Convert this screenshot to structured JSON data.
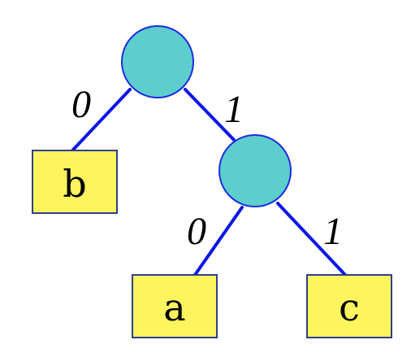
{
  "colors": {
    "edge": "#0b16e6",
    "node_fill": "#5ecdcd",
    "node_stroke": "#1a2ee0",
    "leaf_fill": "#fdf45e",
    "leaf_stroke": "#2f3f8c"
  },
  "tree": {
    "edges": [
      {
        "label": "0"
      },
      {
        "label": "1"
      },
      {
        "label": "0"
      },
      {
        "label": "1"
      }
    ],
    "leaves": [
      {
        "label": "b"
      },
      {
        "label": "a"
      },
      {
        "label": "c"
      }
    ]
  }
}
